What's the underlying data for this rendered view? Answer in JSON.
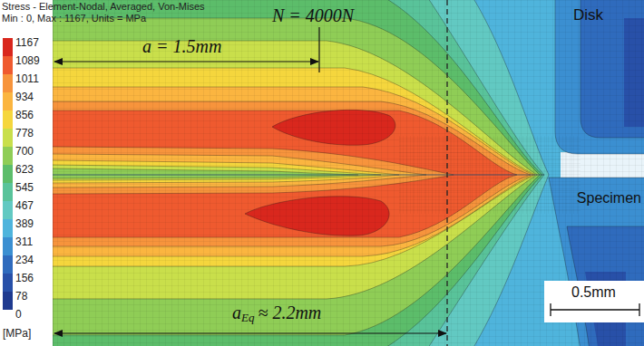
{
  "diagram": {
    "labels": [
      "Stress - Element-Nodal, Averaged, Von-Mises",
      "Min : 0, Max : 1167, Units = MPa",
      "0",
      "[MPa]",
      "N = 4000N",
      "a = 1.5mm",
      "Disk",
      "Specimen",
      "a",
      "Eq",
      "≈ 2.2mm",
      "0.5mm"
    ],
    "legend": [
      {
        "text": "1167",
        "color": "#d9271d"
      },
      {
        "text": "1089",
        "color": "#ef5a2f"
      },
      {
        "text": "1011",
        "color": "#f7943c"
      },
      {
        "text": "934",
        "color": "#fbb540"
      },
      {
        "text": "856",
        "color": "#f5d63d"
      },
      {
        "text": "778",
        "color": "#c9df4b"
      },
      {
        "text": "700",
        "color": "#8fcd56"
      },
      {
        "text": "623",
        "color": "#5cbd6a"
      },
      {
        "text": "545",
        "color": "#59c39a"
      },
      {
        "text": "467",
        "color": "#62c9c2"
      },
      {
        "text": "389",
        "color": "#4fb4dc"
      },
      {
        "text": "311",
        "color": "#3b8fd1"
      },
      {
        "text": "234",
        "color": "#2f6bbd"
      },
      {
        "text": "156",
        "color": "#2850a8"
      },
      {
        "text": "78",
        "color": "#1f3a8f"
      }
    ]
  }
}
